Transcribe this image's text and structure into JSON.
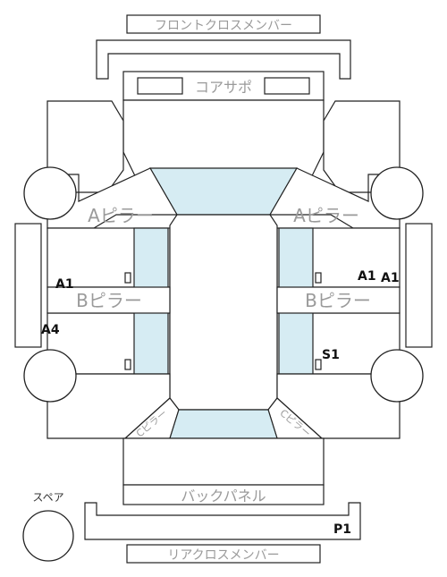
{
  "labels": {
    "front_cross_member": "フロントクロスメンバー",
    "core_support": "コアサポ",
    "a_pillar_left": "Aピラー",
    "a_pillar_right": "Aピラー",
    "b_pillar_left": "Bピラー",
    "b_pillar_right": "Bピラー",
    "c_left": "Cピラー",
    "c_right": "Cピラー",
    "back_panel": "バックパネル",
    "rear_cross_member": "リアクロスメンバー",
    "spare": "スペア"
  },
  "damage_marks": {
    "a1_left": "A1",
    "a4_left": "A4",
    "a1_right_1": "A1",
    "a1_right_2": "A1",
    "s1_right": "S1",
    "p1": "P1"
  }
}
